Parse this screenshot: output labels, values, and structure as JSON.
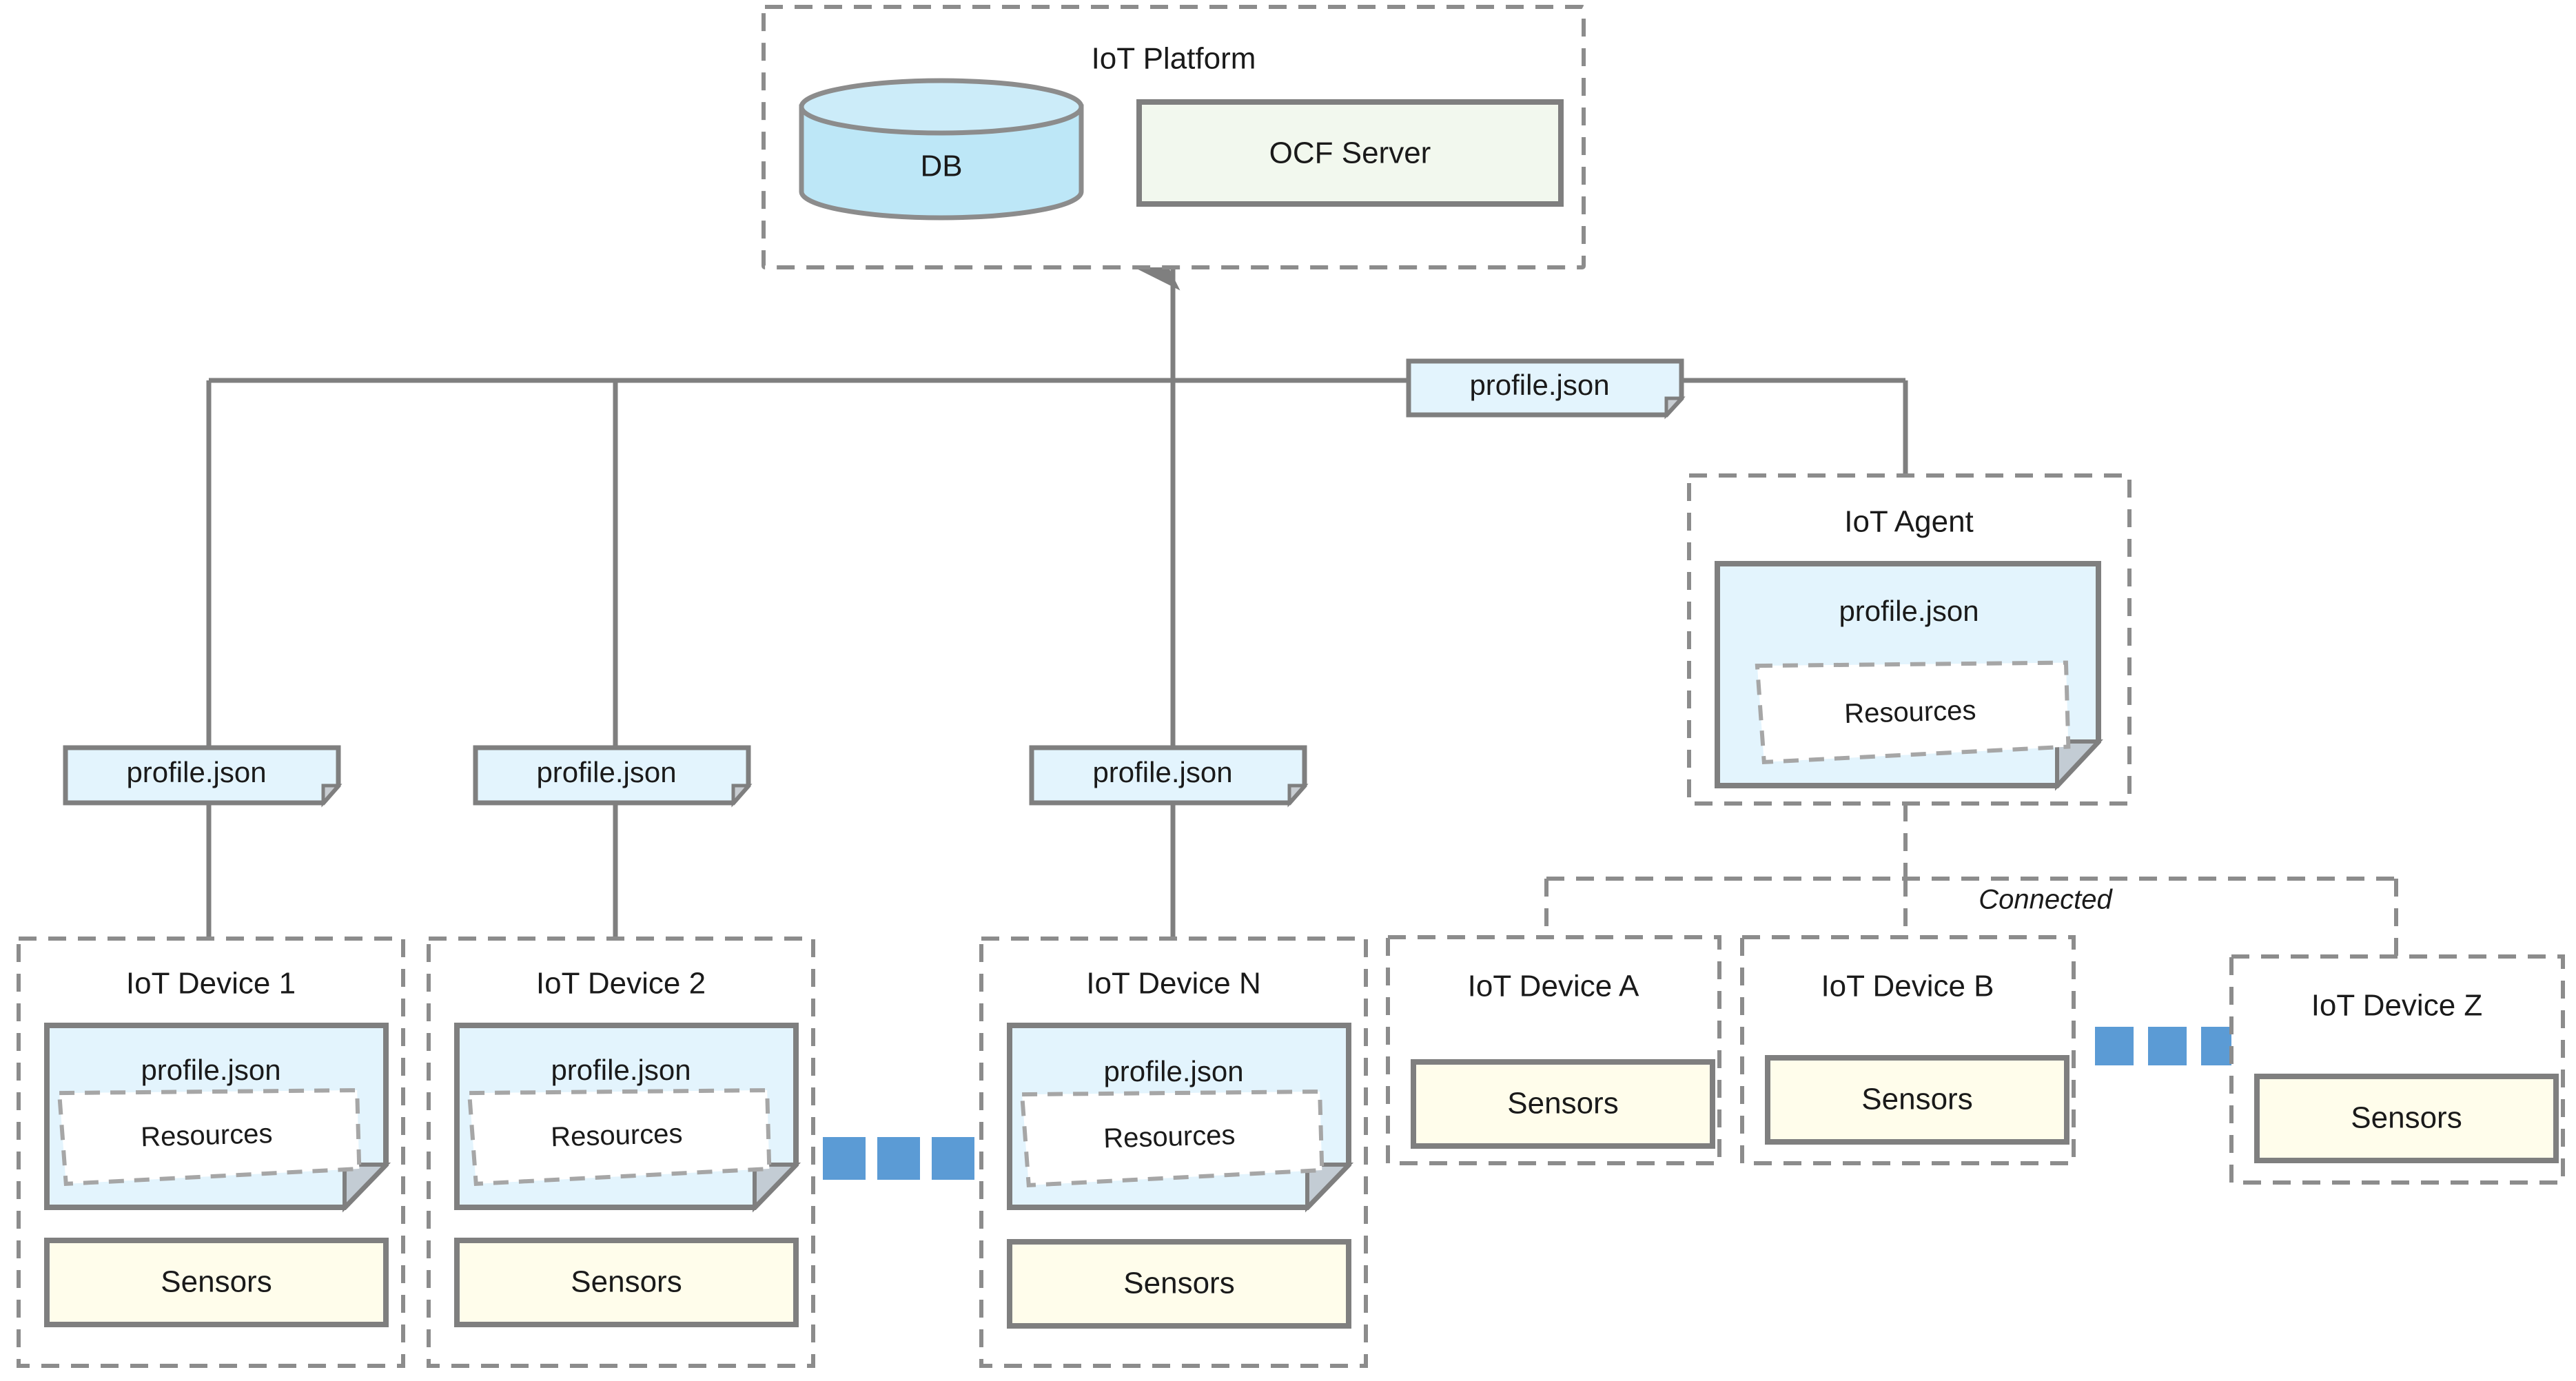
{
  "diagram": {
    "title_semantic": "IoT Platform architecture with IoT Agent and IoT Devices",
    "colors": {
      "stroke_solid": "#7f7f7f",
      "stroke_dashed": "#8c8c8c",
      "profile_fill": "#E3F4FD",
      "db_fill": "#BDE7F7",
      "ocf_fill": "#F2F8EE",
      "sensors_fill": "#FFFDEB",
      "resources_fill": "#FFFFFF",
      "ellipsis_blue": "#5B9BD5",
      "text": "#1a1a1a",
      "background": "#FFFFFF"
    },
    "platform": {
      "title": "IoT Platform",
      "db_label": "DB",
      "ocf_label": "OCF Server"
    },
    "agent": {
      "title": "IoT Agent",
      "profile_label": "profile.json",
      "resources_label": "Resources"
    },
    "agent_link": {
      "callout_label": "profile.json",
      "connected_label": "Connected"
    },
    "profile_callouts": [
      {
        "label": "profile.json"
      },
      {
        "label": "profile.json"
      },
      {
        "label": "profile.json"
      }
    ],
    "devices_profiled": [
      {
        "title": "IoT Device 1",
        "profile_label": "profile.json",
        "resources_label": "Resources",
        "sensors_label": "Sensors"
      },
      {
        "title": "IoT Device 2",
        "profile_label": "profile.json",
        "resources_label": "Resources",
        "sensors_label": "Sensors"
      },
      {
        "title": "IoT Device N",
        "profile_label": "profile.json",
        "resources_label": "Resources",
        "sensors_label": "Sensors"
      }
    ],
    "devices_connected": [
      {
        "title": "IoT Device A",
        "sensors_label": "Sensors"
      },
      {
        "title": "IoT Device B",
        "sensors_label": "Sensors"
      },
      {
        "title": "IoT Device Z",
        "sensors_label": "Sensors"
      }
    ],
    "ellipsis_groups": [
      {
        "name": "profiled-devices-ellipsis",
        "count": 3
      },
      {
        "name": "connected-devices-ellipsis",
        "count": 3
      }
    ]
  }
}
